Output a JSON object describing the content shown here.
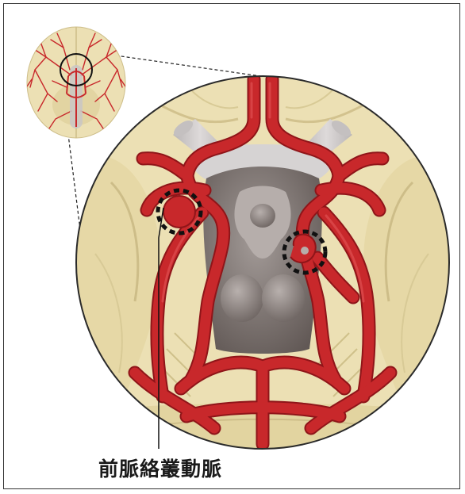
{
  "caption": {
    "label": "前脈絡叢動脈"
  },
  "colors": {
    "artery": "#c8282b",
    "artery_dark": "#8f1519",
    "brain_tissue": "#ece0b4",
    "brain_shadow": "#d6c890",
    "brainstem": "#7a706d",
    "frame": "#333333"
  },
  "icons": [
    "brain-overview-thumbnail",
    "zoom-magnifier-circle",
    "aneurysm-marker-left",
    "aneurysm-marker-right"
  ]
}
